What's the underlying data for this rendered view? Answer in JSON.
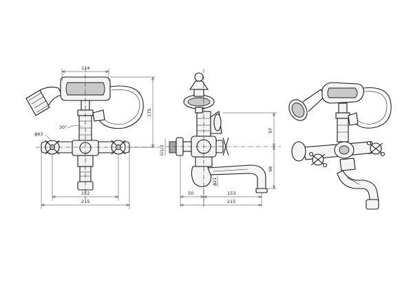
{
  "drawing": {
    "front_view": {
      "dim_handshower_width": "114",
      "dim_angle": "30°",
      "dim_outlet_diameter": "ϕ63",
      "dim_centres": "152",
      "dim_overall_width": "215",
      "dim_total_height": "175"
    },
    "side_view": {
      "dim_upper_height": "97",
      "dim_lower_height": "98",
      "dim_thread": "G1/2",
      "dim_spout_diameter": "ϕ21",
      "dim_wall_offset": "50",
      "dim_spout_reach": "153",
      "dim_overall_depth": "215"
    }
  }
}
